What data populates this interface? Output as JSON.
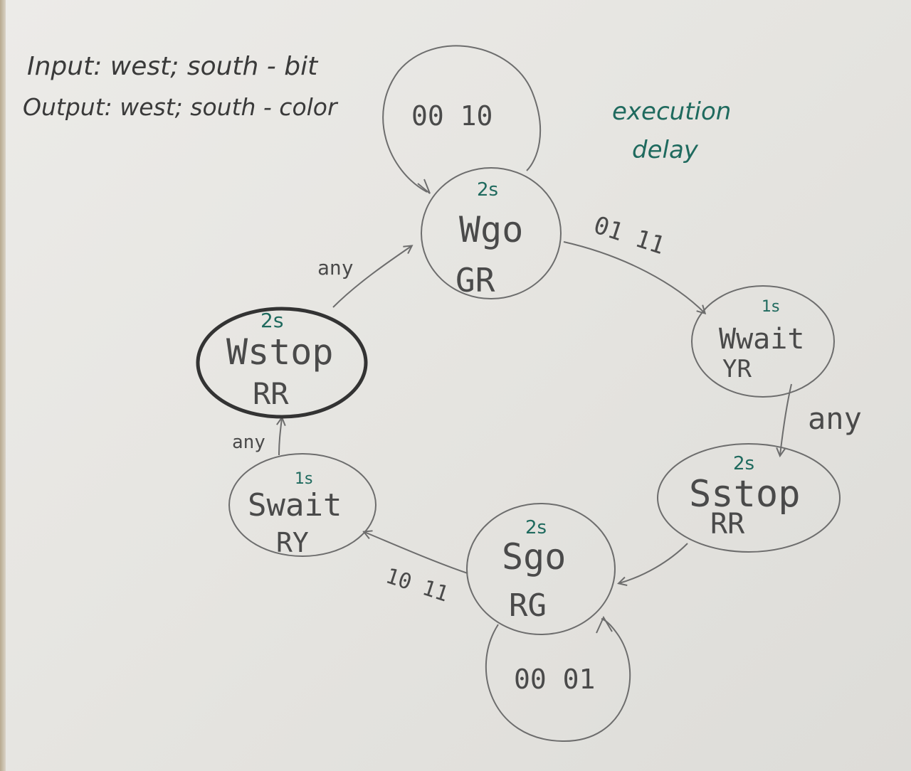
{
  "notes": {
    "input": "Input: west; south - bit",
    "output": "Output: west; south - color",
    "exec_line1": "execution",
    "exec_line2": "delay"
  },
  "states": {
    "wgo": {
      "name": "Wgo",
      "color": "GR",
      "delay": "2s"
    },
    "wwait": {
      "name": "Wwait",
      "color": "YR",
      "delay": "1s"
    },
    "sstop": {
      "name": "Sstop",
      "color": "RR",
      "delay": "2s"
    },
    "sgo": {
      "name": "Sgo",
      "color": "RG",
      "delay": "2s"
    },
    "swait": {
      "name": "Swait",
      "color": "RY",
      "delay": "1s"
    },
    "wstop": {
      "name": "Wstop",
      "color": "RR",
      "delay": "2s"
    }
  },
  "transitions": {
    "wgo_self": "00  10",
    "wgo_to_wwait": "01  11",
    "wwait_to_sstop": "any",
    "sgo_self": "00  01",
    "sgo_to_swait": "10 11",
    "swait_to_wstop": "any",
    "wstop_to_wgo": "any"
  },
  "colors": {
    "ink": "#6d6d6d",
    "green_ink": "#1f6a5e"
  }
}
